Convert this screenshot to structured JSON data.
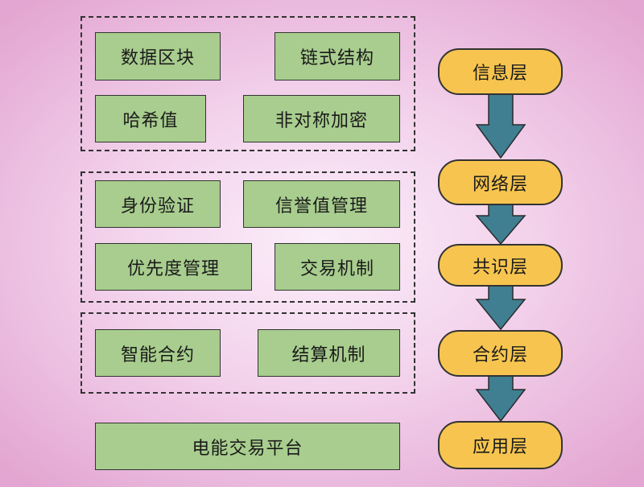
{
  "colors": {
    "box_fill": "#a8cd8e",
    "pill_fill": "#f7c54f",
    "arrow_fill": "#3f7f91",
    "border": "#333333"
  },
  "groups": [
    {
      "items": [
        {
          "label": "数据区块"
        },
        {
          "label": "链式结构"
        },
        {
          "label": "哈希值"
        },
        {
          "label": "非对称加密"
        }
      ]
    },
    {
      "items": [
        {
          "label": "身份验证"
        },
        {
          "label": "信誉值管理"
        },
        {
          "label": "优先度管理"
        },
        {
          "label": "交易机制"
        }
      ]
    },
    {
      "items": [
        {
          "label": "智能合约"
        },
        {
          "label": "结算机制"
        }
      ]
    }
  ],
  "platform": {
    "label": "电能交易平台"
  },
  "layers": [
    {
      "label": "信息层"
    },
    {
      "label": "网络层"
    },
    {
      "label": "共识层"
    },
    {
      "label": "合约层"
    },
    {
      "label": "应用层"
    }
  ]
}
